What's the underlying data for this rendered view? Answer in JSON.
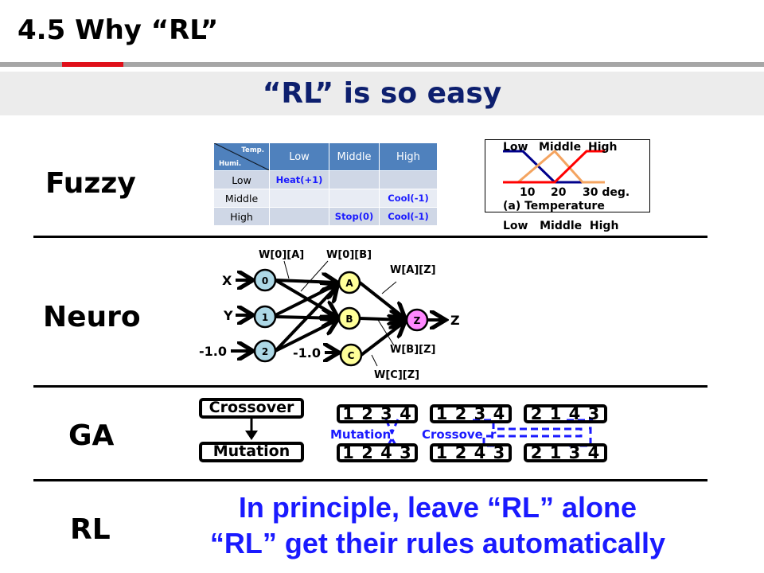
{
  "title": "4.5 Why “RL”",
  "subtitle": "“RL” is so easy",
  "rows": {
    "fuzzy": "Fuzzy",
    "neuro": "Neuro",
    "ga": "GA",
    "rl": "RL"
  },
  "fuzzy_table": {
    "corner_top": "Temp.",
    "corner_bottom": "Humi.",
    "columns": [
      "Low",
      "Middle",
      "High"
    ],
    "rows": [
      {
        "label": "Low",
        "cells": [
          "Heat(+1)",
          "",
          ""
        ]
      },
      {
        "label": "Middle",
        "cells": [
          "",
          "",
          "Cool(-1)"
        ]
      },
      {
        "label": "High",
        "cells": [
          "",
          "Stop(0)",
          "Cool(-1)"
        ]
      }
    ]
  },
  "fuzzy_chart": {
    "series_labels": [
      "Low",
      "Middle",
      "High"
    ],
    "ticks": [
      "10",
      "20",
      "30 deg."
    ],
    "caption": "(a) Temperature",
    "below_labels": "Low   Middle  High",
    "colors": {
      "low": "#00008b",
      "middle": "#f4a460",
      "high": "#ff0000"
    }
  },
  "neuro": {
    "inputs": [
      "X",
      "Y",
      "-1.0"
    ],
    "input_nodes": [
      "0",
      "1",
      "2"
    ],
    "hidden_bias": "-1.0",
    "hidden_nodes": [
      "A",
      "B",
      "C"
    ],
    "output_node": "Z",
    "output": "Z",
    "weights": [
      "W[0][A]",
      "W[0][B]",
      "W[A][Z]",
      "W[B][Z]",
      "W[C][Z]"
    ],
    "colors": {
      "input": "#add8e6",
      "hidden": "#ffff99",
      "output": "#ff88ff"
    }
  },
  "ga": {
    "crossover": "Crossover",
    "mutation": "Mutation",
    "top_genes": [
      "1 2 3 4",
      "1 2 3 4",
      "2 1 4 3"
    ],
    "bottom_genes": [
      "1 2 4 3",
      "1 2 4 3",
      "2 1 3 4"
    ],
    "mutation_label": "Mutation",
    "crossover_label": "Crossove",
    "marker": "r"
  },
  "rl_text": [
    "In principle, leave “RL” alone",
    "“RL” get their rules automatically"
  ]
}
